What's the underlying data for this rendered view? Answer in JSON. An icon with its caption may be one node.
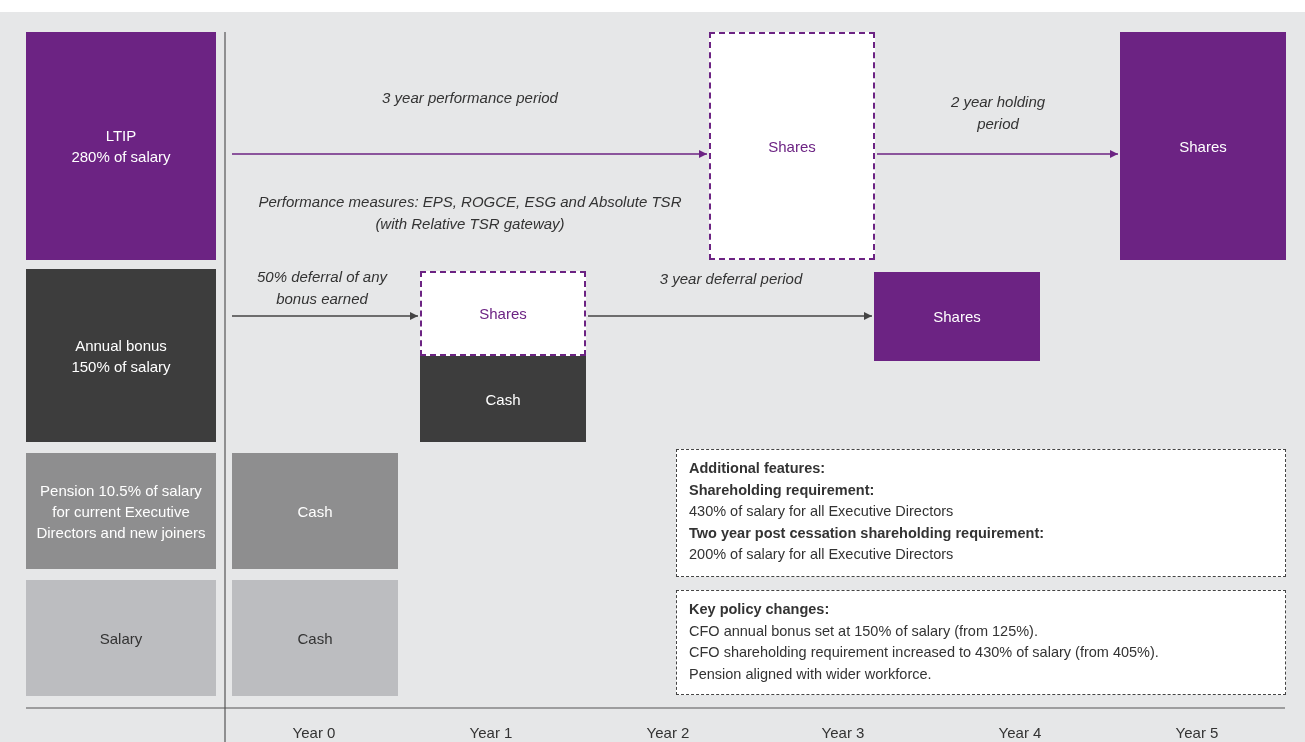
{
  "diagram": {
    "nodes": [
      {
        "text": [
          "LTIP",
          "280% of salary"
        ]
      },
      {
        "text": [
          "Shares"
        ]
      },
      {
        "text": [
          "Shares"
        ]
      },
      {
        "text": [
          "Annual bonus",
          "150% of salary"
        ]
      },
      {
        "text": [
          "Shares"
        ]
      },
      {
        "text": [
          "Cash"
        ]
      },
      {
        "text": [
          "Shares"
        ]
      },
      {
        "text": [
          "Pension 10.5% of salary for current Executive Directors and new joiners"
        ]
      },
      {
        "text": [
          "Cash"
        ]
      },
      {
        "text": [
          "Salary"
        ]
      },
      {
        "text": [
          "Cash"
        ]
      },
      {
        "text": [
          "Additional features:",
          "Shareholding requirement:",
          "430% of salary for all Executive Directors",
          "Two year post cessation shareholding requirement:",
          "200% of salary for all Executive Directors"
        ]
      },
      {
        "text": [
          "Key policy changes:",
          "CFO annual bonus set at 150% of salary (from 125%).",
          "CFO shareholding requirement increased to 430% of salary (from 405%).",
          "Pension aligned with wider workforce."
        ]
      }
    ],
    "edges": [
      {
        "from": null,
        "to": 1,
        "arrow": "to",
        "label": "3 year performance period",
        "color": "#6c2383"
      },
      {
        "from": 1,
        "to": 2,
        "arrow": "to",
        "label": "2 year holding period",
        "color": "#6c2383"
      },
      {
        "from": null,
        "to": 4,
        "arrow": "to",
        "label": "50% deferral of any bonus earned",
        "color": "#444444"
      },
      {
        "from": 4,
        "to": 6,
        "arrow": "to",
        "label": "3 year deferral period",
        "color": "#444444"
      }
    ],
    "labels": [
      "Performance measures: EPS, ROGCE, ESG and Absolute TSR (with Relative TSR gateway)",
      "Year 0",
      "Year 1",
      "Year 2",
      "Year 3",
      "Year 4",
      "Year 5"
    ]
  }
}
